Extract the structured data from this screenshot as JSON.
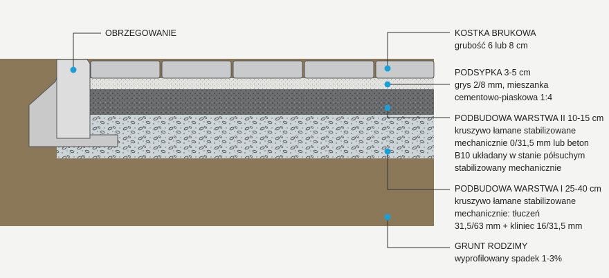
{
  "labels": {
    "obrzegowanie": {
      "title": "OBRZEGOWANIE"
    },
    "kostka": {
      "title": "KOSTKA BRUKOWA",
      "lines": [
        "grubość 6 lub 8 cm"
      ]
    },
    "podsypka": {
      "title": "PODSYPKA 3-5 cm",
      "lines": [
        "grys 2/8 mm, mieszanka",
        "cementowo-piaskowa 1:4"
      ]
    },
    "podbudowa2": {
      "title": "PODBUDOWA WARSTWA II 10-15 cm",
      "lines": [
        "kruszywo łamane stabilizowane",
        "mechanicznie 0/31,5 mm lub beton",
        "B10 układany w stanie półsuchym",
        "stabilizowany mechanicznie"
      ]
    },
    "podbudowa1": {
      "title": "PODBUDOWA WARSTWA I 25-40 cm",
      "lines": [
        "kruszywo łamane stabilizowane",
        "mechanicznie: tłuczeń",
        "31,5/63 mm + kliniec 16/31,5 mm"
      ]
    },
    "grunt": {
      "title": "GRUNT RODZIMY",
      "lines": [
        "wyprofilowany spadek 1-3%"
      ]
    }
  },
  "colors": {
    "soil": "#8a7858",
    "paver": "#c9cacb",
    "bedding": "#e0e0dc",
    "base2": "#6e6f70",
    "base1": "#cfd5d8",
    "curb": "#d8d9d8",
    "marker": "#1a9fd9",
    "leader": "#333333"
  }
}
